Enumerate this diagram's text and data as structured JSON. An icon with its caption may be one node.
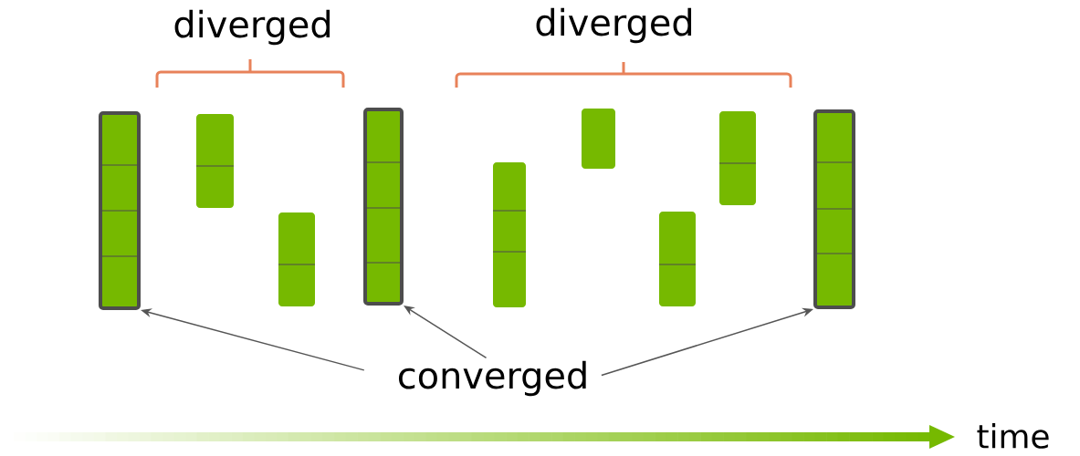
{
  "diagram": {
    "nodes": [
      {
        "text": [],
        "shape": "bar"
      },
      {
        "text": [],
        "shape": "box"
      },
      {
        "text": [],
        "shape": "box"
      },
      {
        "text": [],
        "shape": "bar"
      },
      {
        "text": [],
        "shape": "box"
      },
      {
        "text": [],
        "shape": "box"
      },
      {
        "text": [],
        "shape": "box"
      },
      {
        "text": [],
        "shape": "box"
      },
      {
        "text": [],
        "shape": "bar"
      },
      {
        "text": [
          "converged"
        ]
      }
    ],
    "edges": [
      {
        "from": 9,
        "to": 0,
        "arrow": "to"
      },
      {
        "from": 9,
        "to": 3,
        "arrow": "to"
      },
      {
        "from": 9,
        "to": 8,
        "arrow": "to"
      }
    ],
    "labels": [
      "diverged",
      "diverged",
      "time"
    ]
  }
}
